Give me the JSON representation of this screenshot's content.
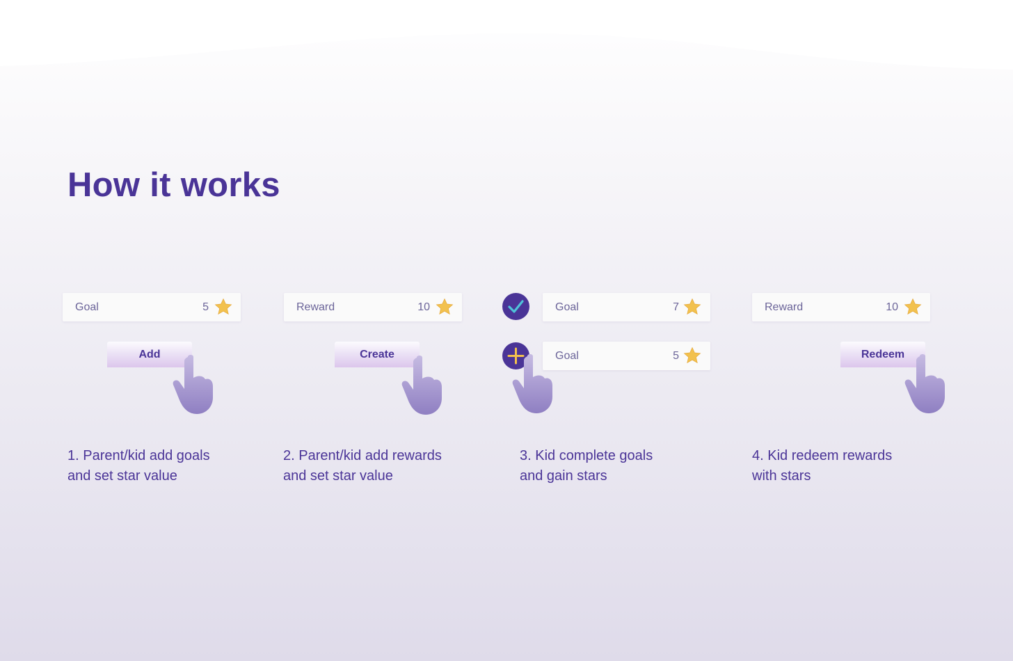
{
  "page": {
    "title": "How it works"
  },
  "colors": {
    "primary": "#4a3497",
    "card_text": "#6b6499",
    "star": "#f2c14e",
    "check": "#4fc3d9",
    "plus": "#f2c14e",
    "hand": "#9b8cc8"
  },
  "steps": [
    {
      "card": {
        "label": "Goal",
        "value": "5",
        "icon": "star-icon"
      },
      "button": {
        "label": "Add"
      },
      "description": "1. Parent/kid add goals\nand set star value"
    },
    {
      "card": {
        "label": "Reward",
        "value": "10",
        "icon": "star-icon"
      },
      "button": {
        "label": "Create"
      },
      "description": "2. Parent/kid add rewards\nand set star value"
    },
    {
      "cards": [
        {
          "label": "Goal",
          "value": "7",
          "icon": "star-icon",
          "status_icon": "checkmark-icon"
        },
        {
          "label": "Goal",
          "value": "5",
          "icon": "star-icon",
          "status_icon": "plus-icon"
        }
      ],
      "description": "3. Kid complete goals\nand gain stars"
    },
    {
      "card": {
        "label": "Reward",
        "value": "10",
        "icon": "star-icon"
      },
      "button": {
        "label": "Redeem"
      },
      "description": "4. Kid redeem rewards\nwith stars"
    }
  ]
}
